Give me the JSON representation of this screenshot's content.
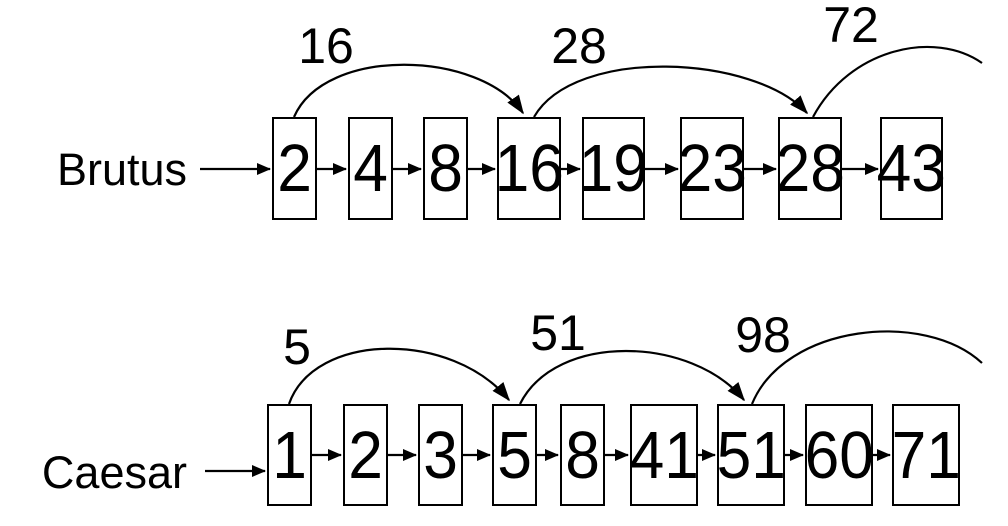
{
  "figure": {
    "description": "Two postings lists with skip pointers",
    "colors": {
      "stroke": "#000000",
      "background": "#ffffff"
    }
  },
  "lists": [
    {
      "term": "Brutus",
      "values": [
        "2",
        "4",
        "8",
        "16",
        "19",
        "23",
        "28",
        "43"
      ],
      "skips": [
        {
          "label": "16",
          "from": "2",
          "to": "16"
        },
        {
          "label": "28",
          "from": "16",
          "to": "28"
        },
        {
          "label": "72",
          "from": "28",
          "to": "off-figure-right"
        }
      ]
    },
    {
      "term": "Caesar",
      "values": [
        "1",
        "2",
        "3",
        "5",
        "8",
        "41",
        "51",
        "60",
        "71"
      ],
      "skips": [
        {
          "label": "5",
          "from": "1",
          "to": "5"
        },
        {
          "label": "51",
          "from": "5",
          "to": "51"
        },
        {
          "label": "98",
          "from": "51",
          "to": "off-figure-right"
        }
      ]
    }
  ]
}
